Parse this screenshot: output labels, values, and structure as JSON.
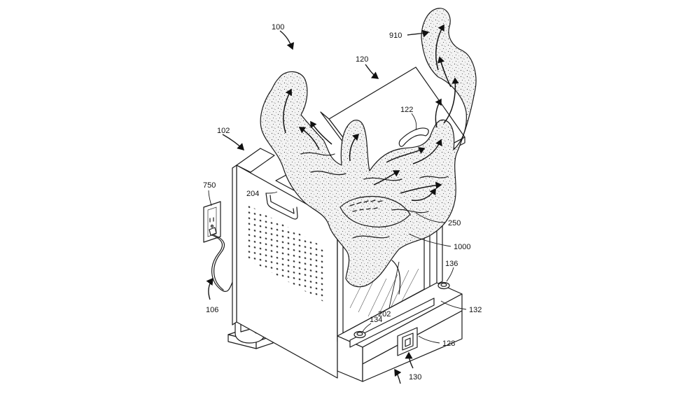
{
  "figure": {
    "labels": [
      {
        "id": "ref-100",
        "text": "100"
      },
      {
        "id": "ref-102",
        "text": "102"
      },
      {
        "id": "ref-106",
        "text": "106"
      },
      {
        "id": "ref-120",
        "text": "120"
      },
      {
        "id": "ref-122",
        "text": "122"
      },
      {
        "id": "ref-128",
        "text": "128"
      },
      {
        "id": "ref-130",
        "text": "130"
      },
      {
        "id": "ref-132",
        "text": "132"
      },
      {
        "id": "ref-134",
        "text": "134"
      },
      {
        "id": "ref-136",
        "text": "136"
      },
      {
        "id": "ref-202",
        "text": "202"
      },
      {
        "id": "ref-204",
        "text": "204"
      },
      {
        "id": "ref-250",
        "text": "250"
      },
      {
        "id": "ref-750",
        "text": "750"
      },
      {
        "id": "ref-910",
        "text": "910"
      },
      {
        "id": "ref-1000",
        "text": "1000"
      }
    ]
  }
}
